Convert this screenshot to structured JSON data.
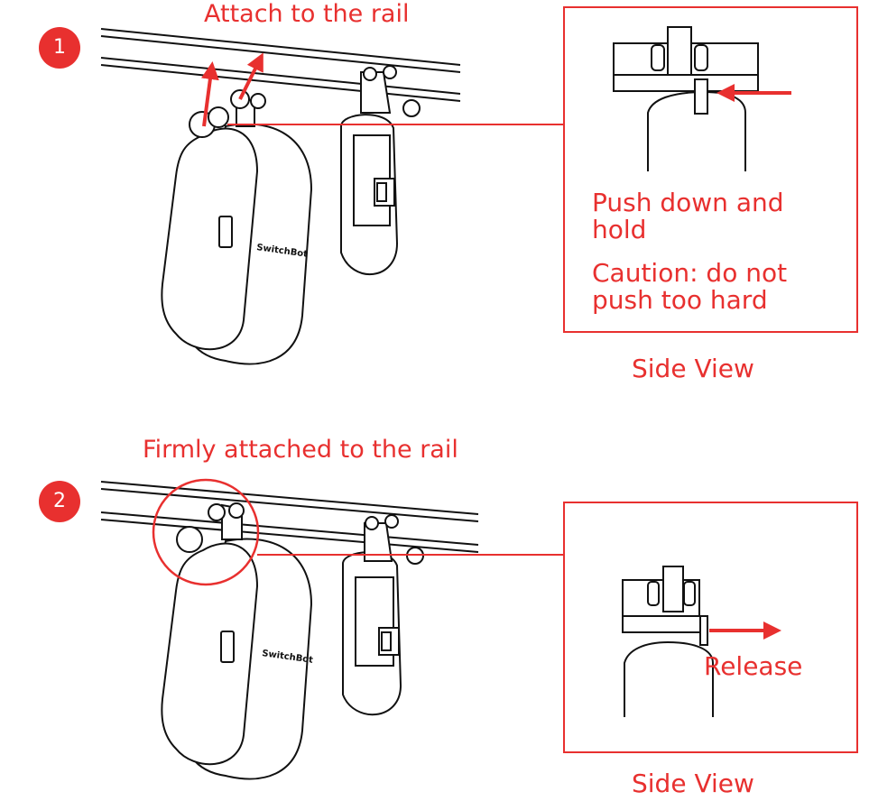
{
  "colors": {
    "accent": "#e8302f",
    "ink": "#111111",
    "background": "#ffffff"
  },
  "step1": {
    "number": "1",
    "title": "Attach to the rail",
    "instruction": "Push down and hold",
    "caution": "Caution: do not push too hard",
    "view_label": "Side View",
    "brand_text": "SwitchBot"
  },
  "step2": {
    "number": "2",
    "title": "Firmly attached to the rail",
    "release_label": "Release",
    "view_label": "Side View",
    "brand_text": "SwitchBot"
  }
}
